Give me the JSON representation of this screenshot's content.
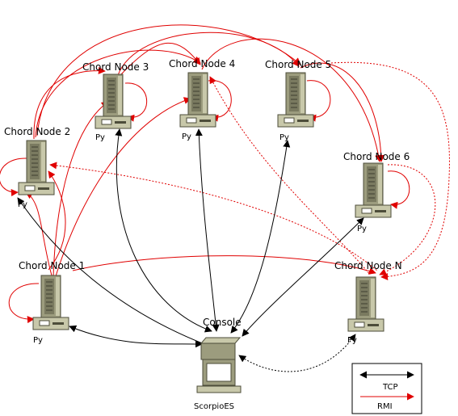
{
  "colors": {
    "tcp": "#000000",
    "rmi": "#e00000",
    "server_body": "#9c9c7e",
    "server_dark": "#4d4d3a"
  },
  "nodes": {
    "n1": {
      "label": "Chord Node 1",
      "sub": "Py"
    },
    "n2": {
      "label": "Chord Node 2",
      "sub": "Py"
    },
    "n3": {
      "label": "Chord Node 3",
      "sub": "Py"
    },
    "n4": {
      "label": "Chord Node 4",
      "sub": "Py"
    },
    "n5": {
      "label": "Chord Node 5",
      "sub": "Py"
    },
    "n6": {
      "label": "Chord Node 6",
      "sub": "Py"
    },
    "nN": {
      "label": "Chord Node N",
      "sub": "Py"
    }
  },
  "console": {
    "label": "Console",
    "sub": "ScorpioES"
  },
  "legend": {
    "tcp": "TCP",
    "rmi": "RMI"
  },
  "icons": [
    "server-icon",
    "workstation-icon",
    "arrowhead-icon"
  ]
}
